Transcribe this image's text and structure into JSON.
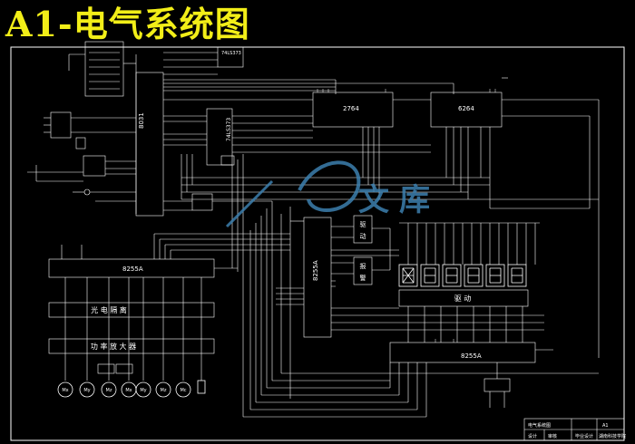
{
  "page": {
    "title": "A1-电气系统图"
  },
  "chips": {
    "cpu": "8031",
    "latch_top": "74LS373",
    "latch_mid": "74LS373",
    "eprom": "2764",
    "ram": "6264",
    "pia_left": "8255A",
    "pia_center": "8255A",
    "pia_bottom": "8255A"
  },
  "blocks": {
    "isolation": "光 电 隔 离",
    "power_amp": "功 率 放 大 器",
    "driver": "驱 动",
    "relay1": "驱",
    "relay2": "动",
    "relay3": "报",
    "relay4": "警"
  },
  "motors": [
    "Mx",
    "My",
    "Mz",
    "Mx",
    "My",
    "Mz",
    "Mc"
  ],
  "title_block": {
    "drawing_name": "电气系统图",
    "sheet": "A1",
    "project": "毕业设计",
    "school": "湖南科技学院",
    "design_label": "设计",
    "check_label": "审核"
  },
  "watermark": {
    "char1": "文",
    "char2": "库"
  },
  "colors": {
    "background": "#000000",
    "wire": "#ffffff",
    "title": "#f2ee18",
    "frame": "#ffffff",
    "watermark": "#3c7fae"
  }
}
